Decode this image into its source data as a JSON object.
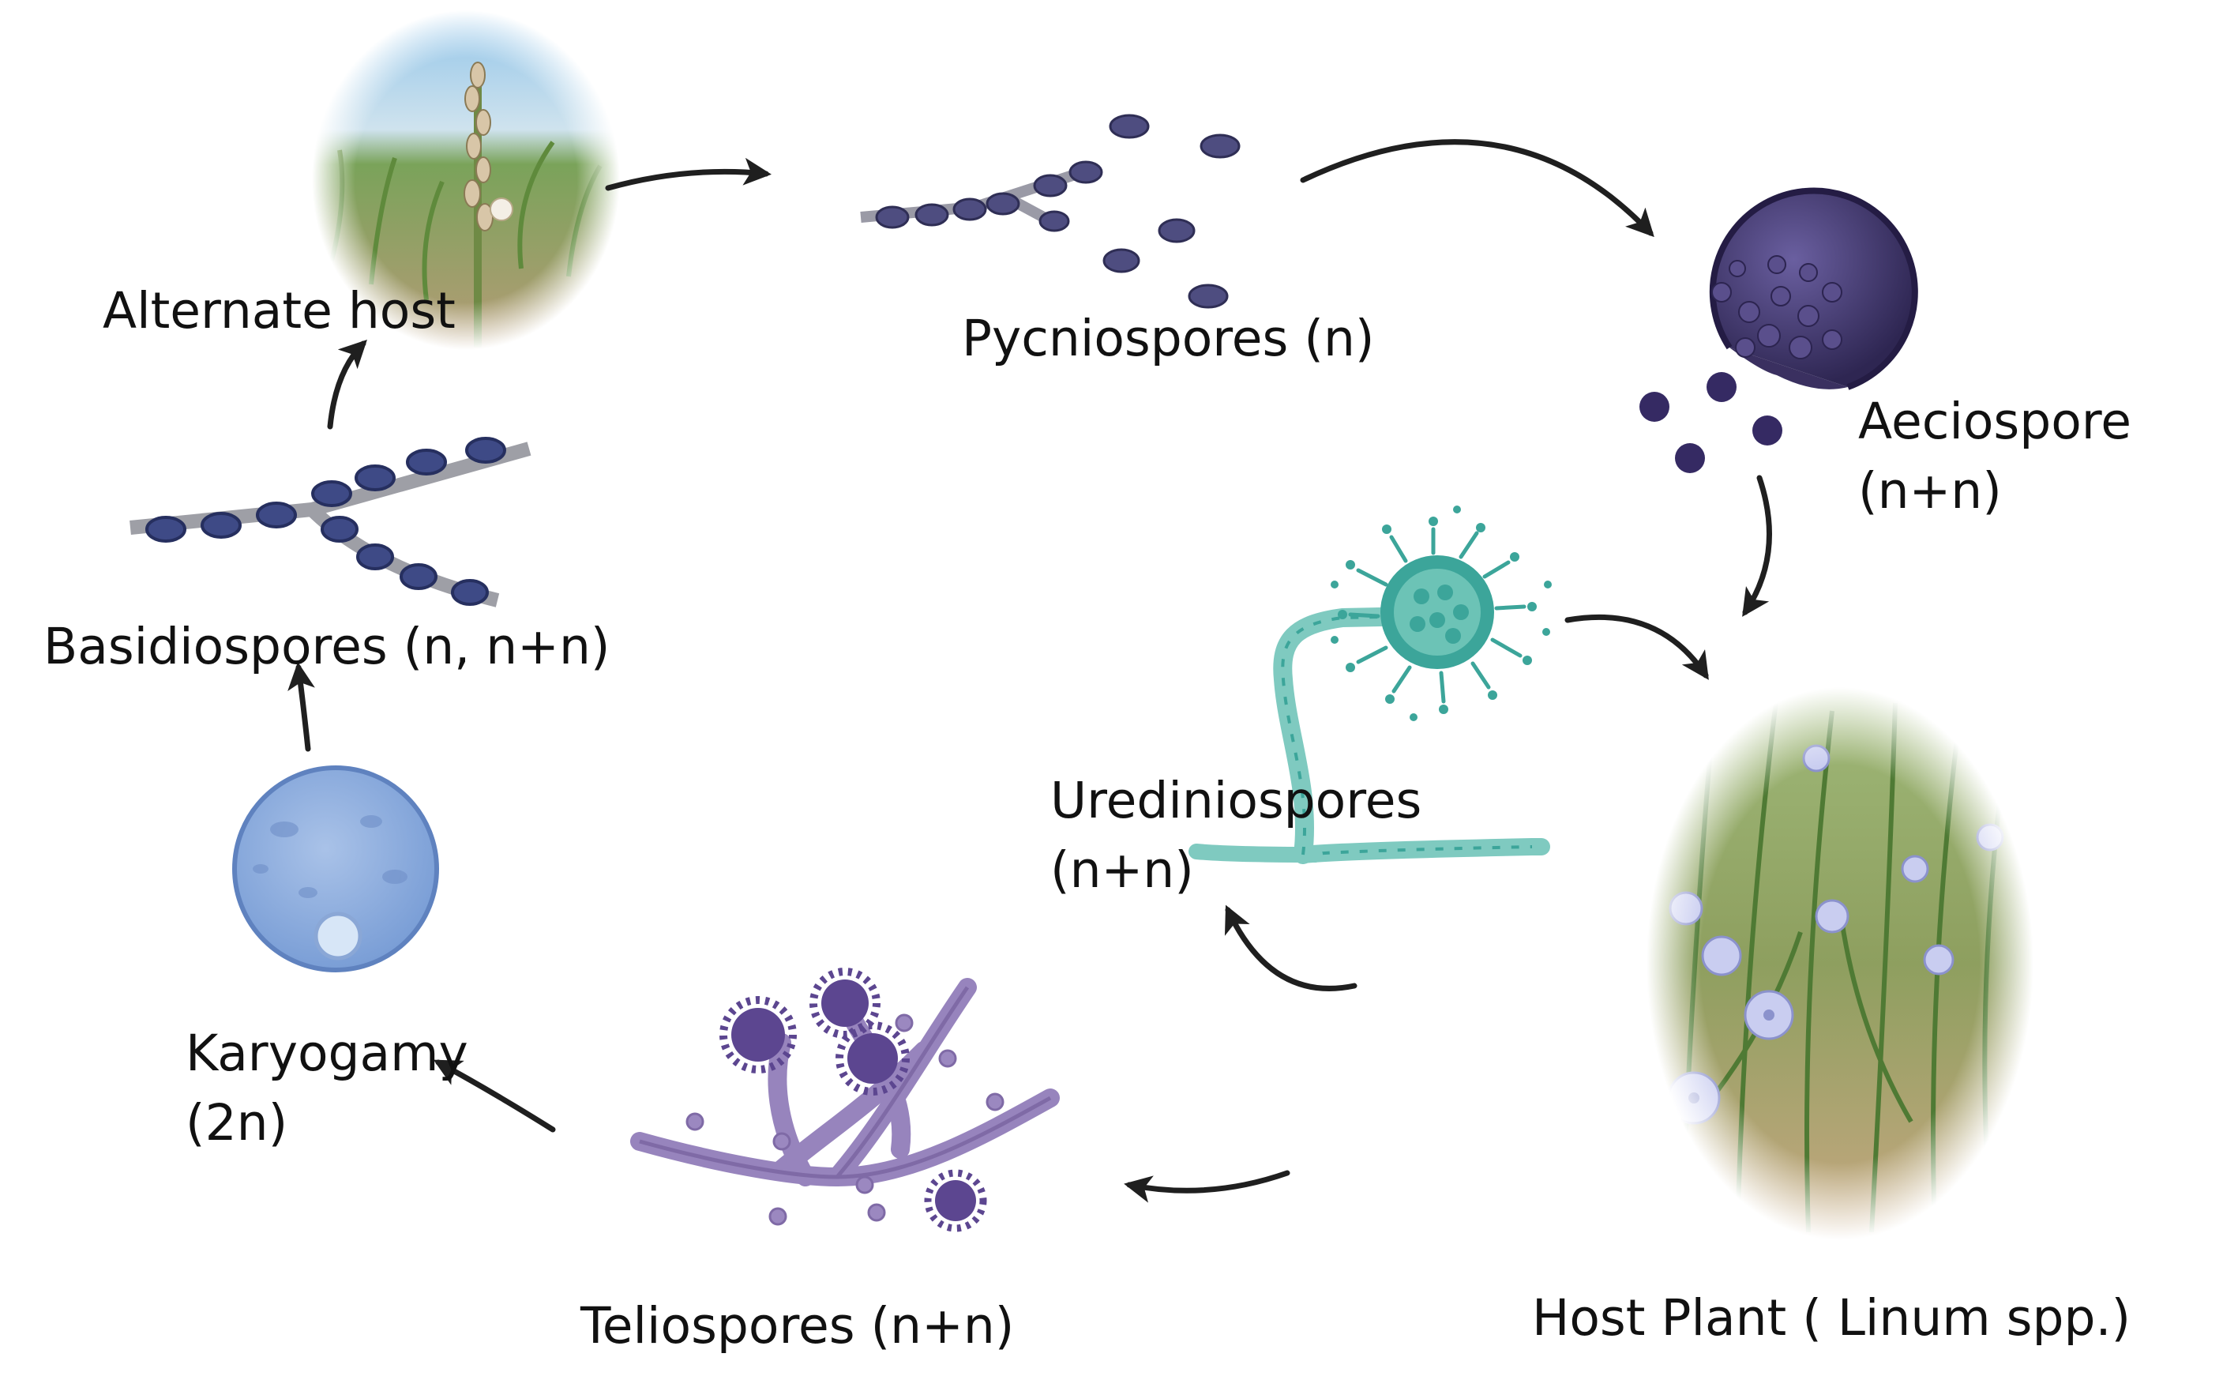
{
  "colors": {
    "arrow": "#1f1f1f",
    "spore_navy": "#3d4373",
    "spore_purple": "#4e3d7a",
    "aecium": "#3e3566",
    "urediniospore_teal": "#3ca59a",
    "teliospore_violet": "#7f6aa6",
    "karyogamy_blue": "#8fb0de"
  },
  "stages": {
    "alternate_host": {
      "label": "Alternate host",
      "icon": "alternate-host-photo"
    },
    "pycniospores": {
      "label": "Pycniospores (n)",
      "icon": "pycniospores-chain"
    },
    "aeciospore": {
      "label_line1": "Aeciospore",
      "label_line2": "(n+n)",
      "icon": "aecium-cup"
    },
    "urediniospores": {
      "label_line1": "Urediniospores",
      "label_line2": "(n+n)",
      "icon": "urediniospore-sporangium"
    },
    "host_plant": {
      "label": "Host Plant ( Linum spp.)",
      "icon": "flax-field-photo"
    },
    "teliospores": {
      "label": "Teliospores (n+n)",
      "icon": "teliospore-hyphae"
    },
    "karyogamy": {
      "label_line1": "Karyogamy",
      "label_line2": "(2n)",
      "icon": "karyogamy-cell"
    },
    "basidiospores": {
      "label": "Basidiospores (n, n+n)",
      "icon": "basidiospores-chain"
    }
  }
}
